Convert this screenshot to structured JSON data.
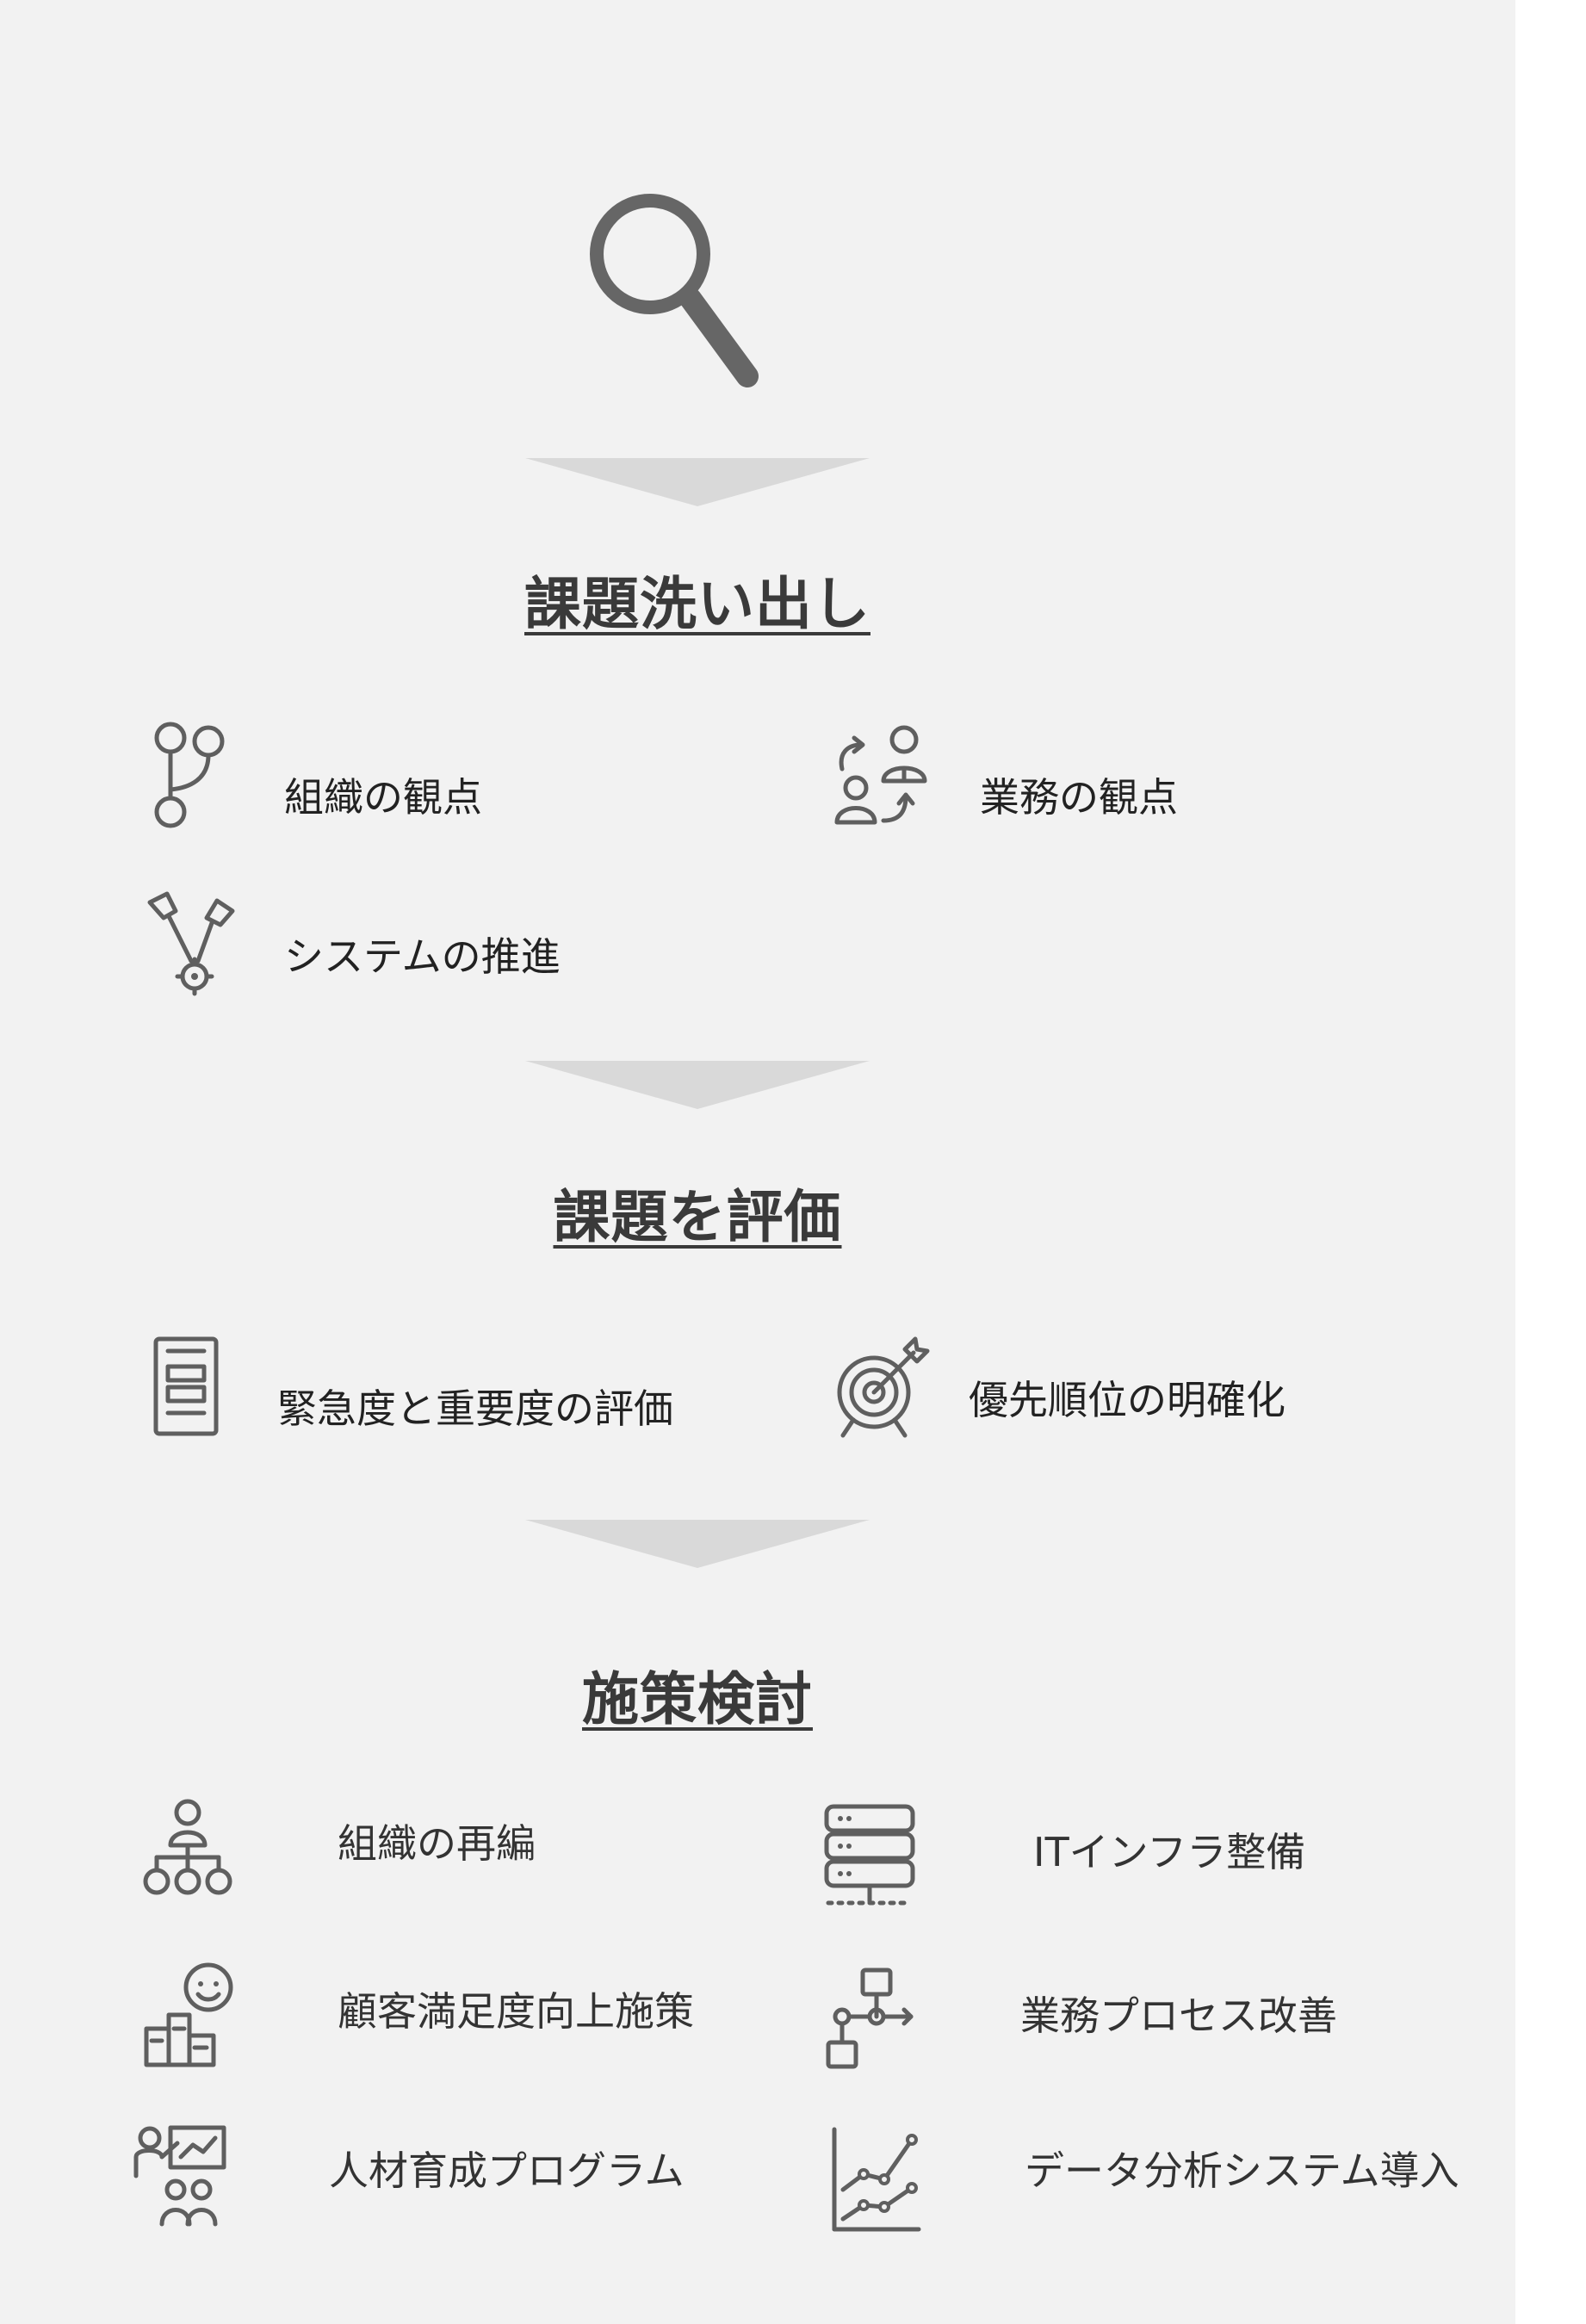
{
  "colors": {
    "panel_background": "#f2f2f2",
    "arrow": "#d9d9d9",
    "icon_stroke": "#5f5f5f",
    "heading_text": "#3a3a3a"
  },
  "top_icon": "magnifier-icon",
  "sections": [
    {
      "heading": "課題洗い出し",
      "items": [
        {
          "label": "組織の観点",
          "icon": "branch-icon"
        },
        {
          "label": "業務の観点",
          "icon": "people-exchange-icon"
        },
        {
          "label": "システムの推進",
          "icon": "tools-gear-icon"
        }
      ]
    },
    {
      "heading": "課題を評価",
      "items": [
        {
          "label": "緊急度と重要度の評価",
          "icon": "cabinet-icon"
        },
        {
          "label": "優先順位の明確化",
          "icon": "target-icon"
        }
      ]
    },
    {
      "heading": "施策検討",
      "items": [
        {
          "label": "組織の再編",
          "icon": "org-chart-icon"
        },
        {
          "label": "ITインフラ整備",
          "icon": "server-icon"
        },
        {
          "label": "顧客満足度向上施策",
          "icon": "customer-satisfaction-icon"
        },
        {
          "label": "業務プロセス改善",
          "icon": "process-flow-icon"
        },
        {
          "label": "人材育成プログラム",
          "icon": "training-icon"
        },
        {
          "label": "データ分析システム導入",
          "icon": "line-chart-icon"
        }
      ]
    }
  ]
}
